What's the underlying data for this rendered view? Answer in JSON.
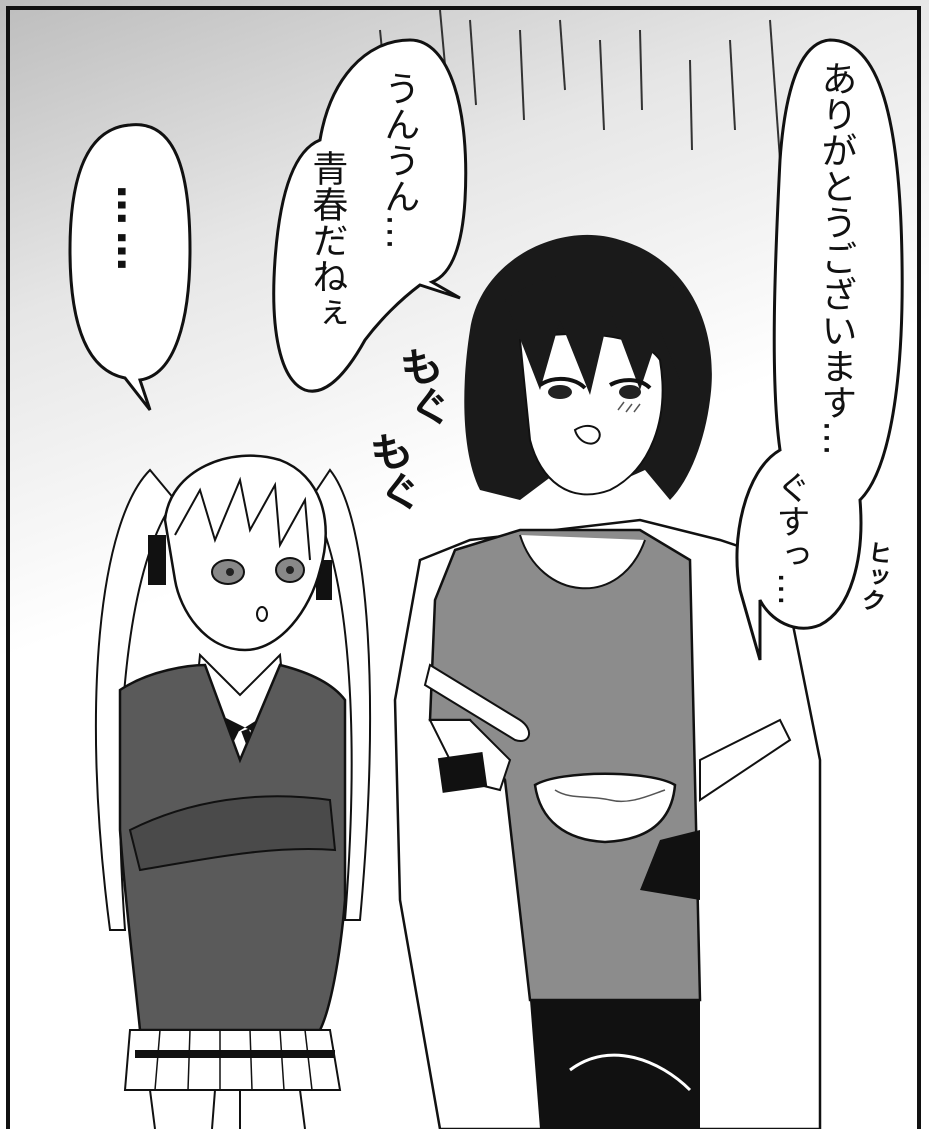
{
  "speech": {
    "left_dots": "……",
    "middle_line1": "うんうん…",
    "middle_line2": "青春だねぇ",
    "right_line1": "ありがとうございます…",
    "right_line2": "ぐすっ…"
  },
  "sfx": {
    "chewing_1": "もぐ",
    "chewing_2": "もぐ",
    "hic": "ヒック"
  },
  "colors": {
    "ink": "#111111",
    "sweater": "#5a5a5a",
    "tshirt": "#8c8c8c",
    "skin": "#ffffff",
    "hair_dark": "#1a1a1a"
  }
}
